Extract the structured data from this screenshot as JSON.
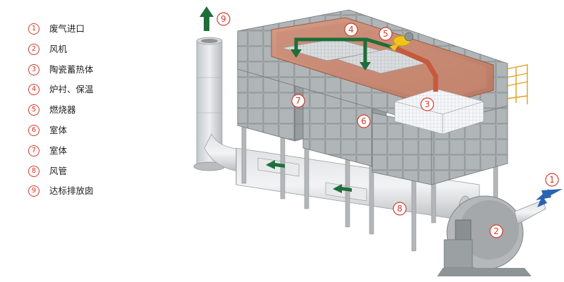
{
  "legend": [
    {
      "num": "1",
      "text": "废气进口"
    },
    {
      "num": "2",
      "text": "风机"
    },
    {
      "num": "3",
      "text": "陶瓷蓄热体"
    },
    {
      "num": "4",
      "text": "炉衬、保温"
    },
    {
      "num": "5",
      "text": "燃烧器"
    },
    {
      "num": "6",
      "text": "室体"
    },
    {
      "num": "7",
      "text": "室体"
    },
    {
      "num": "8",
      "text": "风管"
    },
    {
      "num": "9",
      "text": "达标排放囱"
    }
  ],
  "callouts": {
    "c1": "1",
    "c2": "2",
    "c3": "3",
    "c4": "4",
    "c5": "5",
    "c6": "6",
    "c7": "7",
    "c8": "8",
    "c9": "9"
  },
  "colors": {
    "accent_red": "#d23a2a",
    "chamber_gray": "#9fa4a7",
    "refractory_lining": "#c98a74",
    "flow_arrow_green": "#1f6e3a",
    "inlet_arrow_blue": "#2a62b0",
    "burner_yellow": "#f0c419",
    "platform_rail": "#e0a020"
  }
}
